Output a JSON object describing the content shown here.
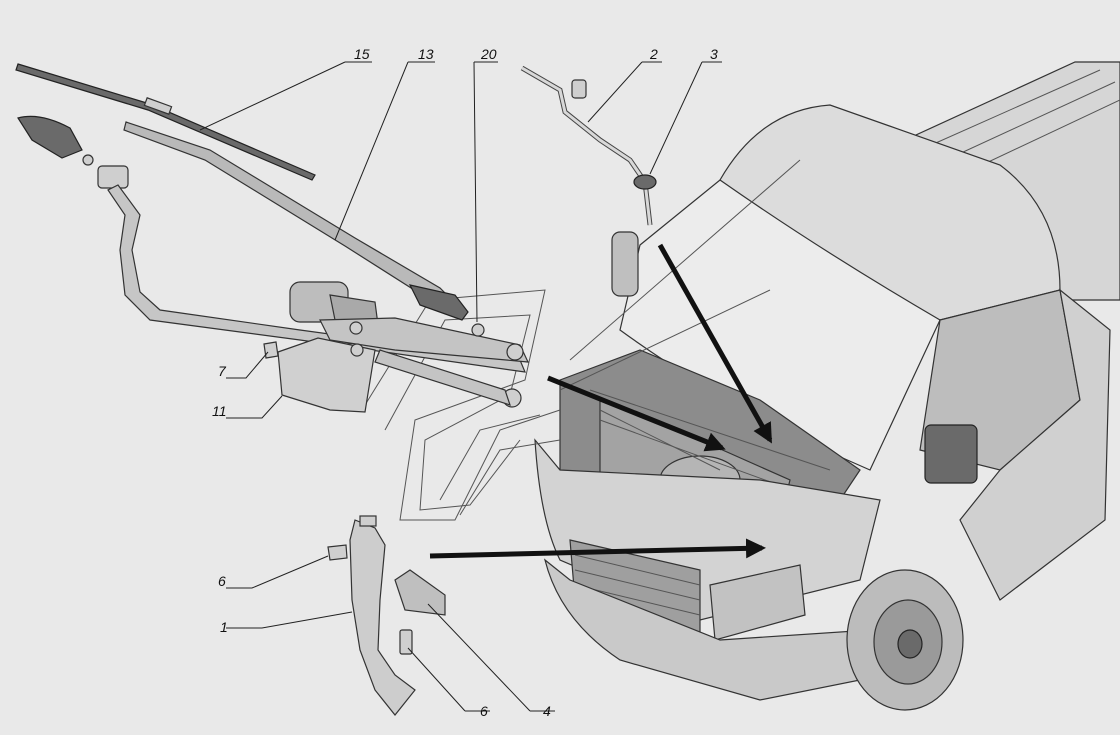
{
  "callouts": [
    {
      "id": "15",
      "text": "15"
    },
    {
      "id": "13",
      "text": "13"
    },
    {
      "id": "20",
      "text": "20"
    },
    {
      "id": "2",
      "text": "2"
    },
    {
      "id": "3",
      "text": "3"
    },
    {
      "id": "7",
      "text": "7"
    },
    {
      "id": "11",
      "text": "11"
    },
    {
      "id": "6a",
      "text": "6"
    },
    {
      "id": "1",
      "text": "1"
    },
    {
      "id": "6b",
      "text": "6"
    },
    {
      "id": "4",
      "text": "4"
    }
  ]
}
